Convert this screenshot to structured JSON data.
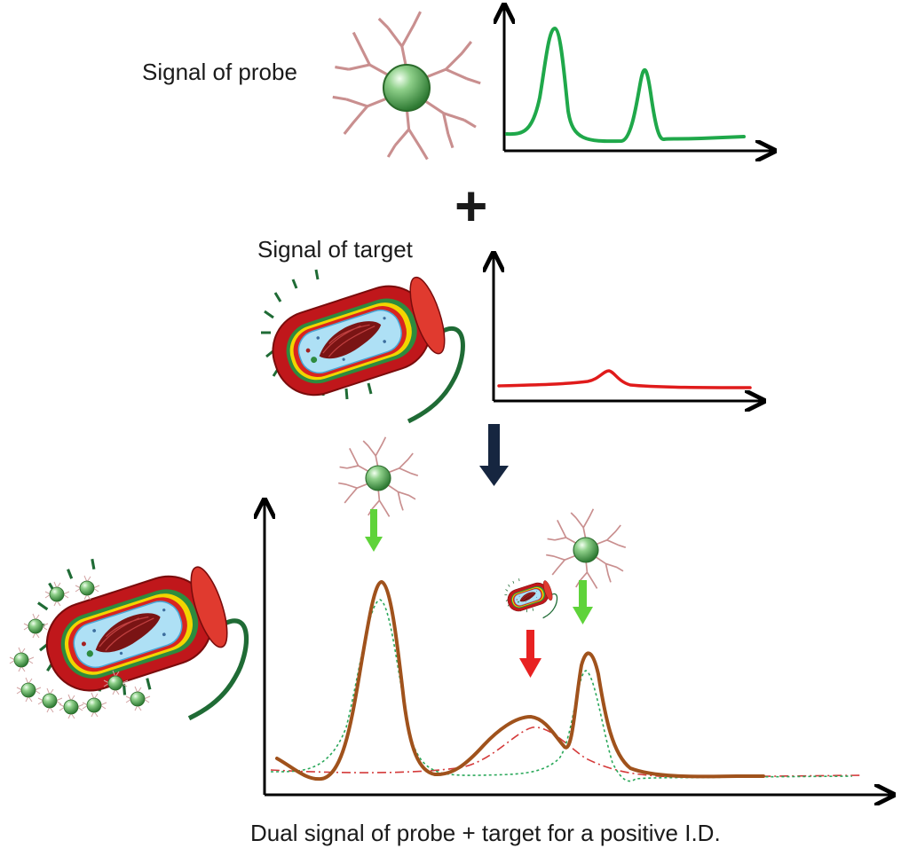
{
  "labels": {
    "probe_signal": "Signal of probe",
    "target_signal": "Signal of target",
    "dual_signal": "Dual signal of probe + target for a positive I.D.",
    "plus": "+"
  },
  "icons": {
    "probe": "nanoparticle-probe-icon",
    "bacterium": "bacterium-icon",
    "labeled_bacterium": "probe-labeled-bacterium-icon"
  },
  "colors": {
    "probe_signal": "#1fa84a",
    "target_signal": "#e01b1b",
    "combined_signal": "#a0521c",
    "probe_arrow": "#5fd33a",
    "target_arrow": "#e82222",
    "process_arrow": "#1c2c4a"
  }
}
